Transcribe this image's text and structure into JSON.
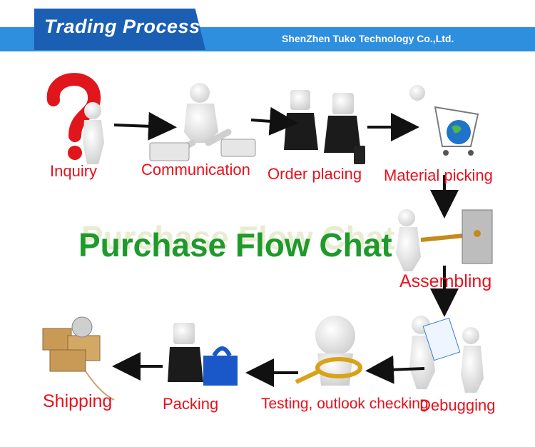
{
  "header": {
    "title": "Trading Process",
    "company": "ShenZhen Tuko Technology Co.,Ltd."
  },
  "center_title": "Purchase Flow Chat",
  "steps": [
    {
      "label": "Inquiry",
      "icon": "question-mark-figure"
    },
    {
      "label": "Communication",
      "icon": "telephone-figure"
    },
    {
      "label": "Order placing",
      "icon": "handshake-figures"
    },
    {
      "label": "Material picking",
      "icon": "shopping-cart-globe"
    },
    {
      "label": "Assembling",
      "icon": "key-door-figure"
    },
    {
      "label": "Debugging",
      "icon": "checklist-figure"
    },
    {
      "label": "Testing, outlook checking",
      "icon": "magnifier-figure"
    },
    {
      "label": "Packing",
      "icon": "gift-box-figure"
    },
    {
      "label": "Shipping",
      "icon": "boxes-globe"
    }
  ],
  "colors": {
    "banner": "#2d8fde",
    "tab": "#1a5fb4",
    "label": "#e8101c",
    "center_title": "#1e9a2c",
    "arrow": "#111111"
  }
}
